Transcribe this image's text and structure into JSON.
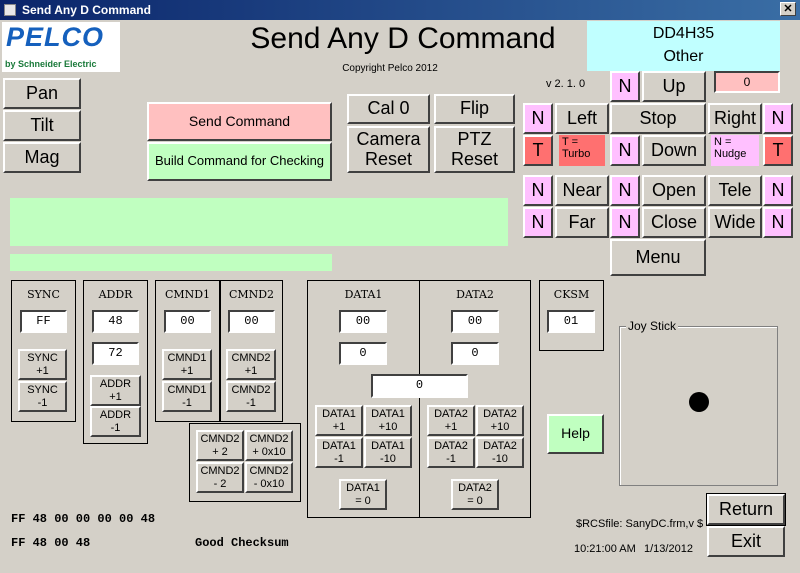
{
  "window": {
    "title": "Send Any D Command",
    "close_glyph": "✕"
  },
  "logo": {
    "brand": "PELCO",
    "byline": "by Schneider Electric"
  },
  "header": {
    "title": "Send Any D Command",
    "copyright": "Copyright Pelco 2012",
    "version": "v 2. 1. 0"
  },
  "device": {
    "id": "DD4H35",
    "type": "Other"
  },
  "counter_value": "0",
  "left_tabs": [
    "Pan",
    "Tilt",
    "Mag"
  ],
  "send_command": "Send Command",
  "build_command": "Build Command for Checking",
  "cal": "Cal 0",
  "flip": "Flip",
  "camera_reset": "Camera\nReset",
  "ptz_reset": "PTZ\nReset",
  "ptz": {
    "n": "N",
    "t": "T",
    "up": "Up",
    "left": "Left",
    "stop": "Stop",
    "right": "Right",
    "down": "Down",
    "turbo": "T =\nTurbo",
    "nudge": "N =\nNudge",
    "near": "Near",
    "open": "Open",
    "tele": "Tele",
    "far": "Far",
    "close": "Close",
    "wide": "Wide",
    "menu": "Menu"
  },
  "sync": {
    "title": "SYNC",
    "value": "FF",
    "plus": "SYNC\n+1",
    "minus": "SYNC\n-1"
  },
  "addr": {
    "title": "ADDR",
    "hex": "48",
    "dec": "72",
    "plus": "ADDR\n+1",
    "minus": "ADDR\n-1"
  },
  "cmnd1": {
    "title": "CMND1",
    "value": "00",
    "plus": "CMND1\n+1",
    "minus": "CMND1\n-1"
  },
  "cmnd2": {
    "title": "CMND2",
    "value": "00",
    "plus": "CMND2\n+1",
    "minus": "CMND2\n-1",
    "plus2": "CMND2\n+ 2",
    "plus10": "CMND2\n+ 0x10",
    "minus2": "CMND2\n- 2",
    "minus10": "CMND2\n- 0x10"
  },
  "data1": {
    "title": "DATA1",
    "hex": "00",
    "dec": "0",
    "plus1": "DATA1\n+1",
    "plus10": "DATA1\n+10",
    "minus1": "DATA1\n-1",
    "minus10": "DATA1\n-10",
    "zero": "DATA1\n= 0"
  },
  "data2": {
    "title": "DATA2",
    "hex": "00",
    "dec": "0",
    "plus1": "DATA2\n+1",
    "plus10": "DATA2\n+10",
    "minus1": "DATA2\n-1",
    "minus10": "DATA2\n-10",
    "zero": "DATA2\n= 0"
  },
  "data_combined": "0",
  "cksm": {
    "title": "CKSM",
    "value": "01"
  },
  "help": "Help",
  "joystick": {
    "title": "Joy Stick"
  },
  "command_line": "FF 48 00 00 00 00 48",
  "response_line": "FF 48 00 48",
  "checksum_status": "Good Checksum",
  "rcs_file": "$RCSfile: SanyDC.frm,v $",
  "time": "10:21:00 AM",
  "date": "1/13/2012",
  "return": "Return",
  "exit": "Exit",
  "colors": {
    "pink": "#ffc0c0",
    "green": "#c0ffc0",
    "light_pink": "#ffc0ff",
    "red": "#ff7070",
    "cyan": "#c0ffff"
  }
}
